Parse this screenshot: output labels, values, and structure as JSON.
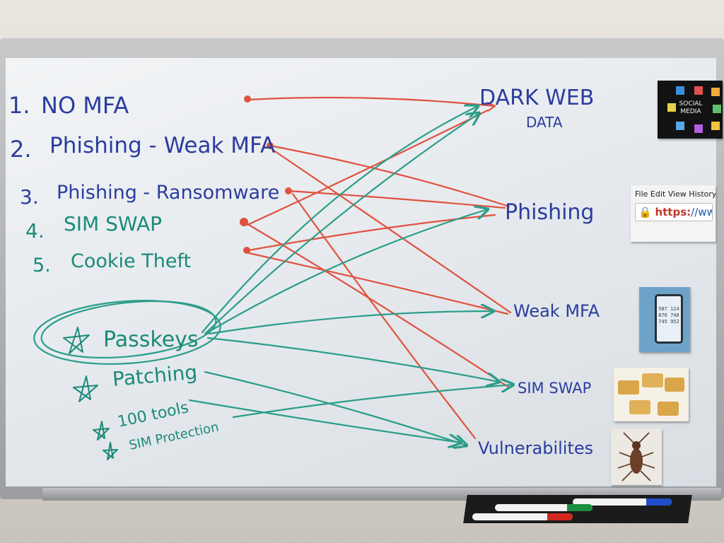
{
  "whiteboard": {
    "threats": [
      {
        "num": "1.",
        "text": "NO MFA"
      },
      {
        "num": "2.",
        "text": "Phishing - Weak MFA"
      },
      {
        "num": "3.",
        "text": "Phishing - Ransomware"
      },
      {
        "num": "4.",
        "text": "SIM SWAP"
      },
      {
        "num": "5.",
        "text": "Cookie Theft"
      }
    ],
    "defenses": [
      {
        "text": "Passkeys"
      },
      {
        "text": "Patching"
      },
      {
        "text": "100 tools"
      },
      {
        "text": "SIM Protection"
      }
    ],
    "outcomes": [
      {
        "text": "DARK WEB",
        "sub": "DATA"
      },
      {
        "text": "Phishing"
      },
      {
        "text": "Weak MFA"
      },
      {
        "text": "SIM SWAP"
      },
      {
        "text": "Vulnerabilites"
      }
    ]
  },
  "stickers": {
    "social": {
      "label": "SOCIAL MEDIA"
    },
    "browser": {
      "menu": "File  Edit  View  History",
      "url_scheme": "https:",
      "url_rest": "//ww"
    },
    "phone": {
      "code": "587 124 876 748 745 952"
    }
  },
  "colors": {
    "threat_text": "#2b3d9e",
    "defense_text": "#1a8a78",
    "red_arrow": "#e0523f",
    "teal_arrow": "#2a9d8a"
  }
}
